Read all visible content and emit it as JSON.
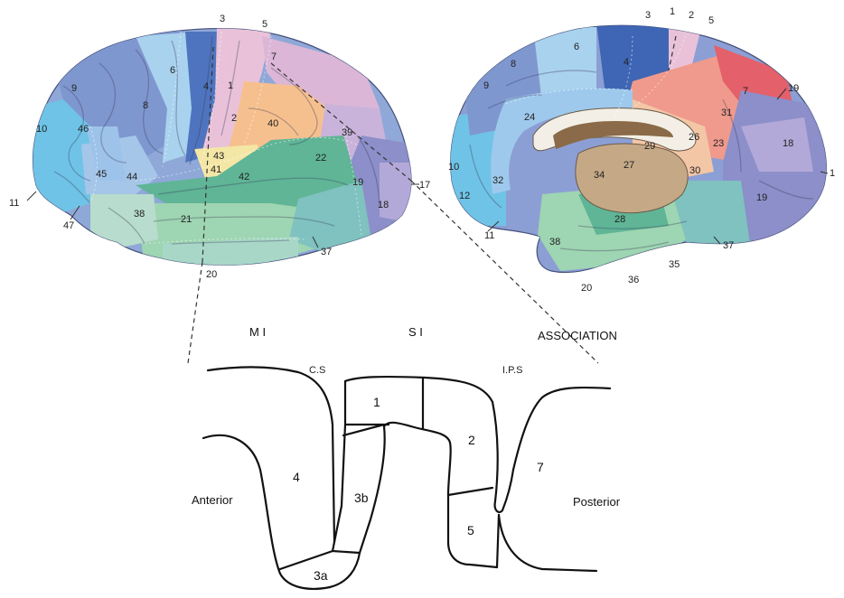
{
  "lateral_labels": [
    "3",
    "5",
    "7",
    "6",
    "4",
    "1",
    "2",
    "9",
    "8",
    "46",
    "10",
    "45",
    "44",
    "43",
    "41",
    "42",
    "40",
    "39",
    "22",
    "19",
    "18",
    "17",
    "11",
    "47",
    "38",
    "21",
    "37",
    "20"
  ],
  "medial_labels": [
    "3",
    "1",
    "2",
    "5",
    "4",
    "6",
    "8",
    "9",
    "24",
    "7",
    "19",
    "31",
    "26",
    "29",
    "23",
    "18",
    "32",
    "10",
    "34",
    "27",
    "30",
    "1",
    "12",
    "11",
    "38",
    "28",
    "19",
    "37",
    "35",
    "20",
    "36"
  ],
  "section": {
    "headers": {
      "mi": "M I",
      "si": "S I",
      "association": "ASSOCIATION"
    },
    "sulci": {
      "cs": "C.S",
      "ips": "I.P.S"
    },
    "areas": [
      "1",
      "2",
      "4",
      "7",
      "3b",
      "5",
      "3a"
    ],
    "directions": {
      "anterior": "Anterior",
      "posterior": "Posterior"
    }
  },
  "colors": {
    "frontal_blue": "#7f97cf",
    "prefrontal_cyan": "#6fc3e6",
    "premotor_lightblue": "#a9d2ee",
    "motor_darkblue": "#3f66b5",
    "somatosensory_pink": "#e9c2d9",
    "parietal_orange": "#f6c08e",
    "parietal_salmon": "#ef9a8c",
    "parietal_red": "#e4606a",
    "temporal_green": "#5fb596",
    "temporal_lightgreen": "#9ed5b2",
    "temporal_teal": "#7fc2bf",
    "occipital_purple": "#8c8fc9",
    "occipital_lavender": "#b3a9d8",
    "corpus_callosum": "#8a6a48",
    "thalamus": "#c5a987"
  }
}
